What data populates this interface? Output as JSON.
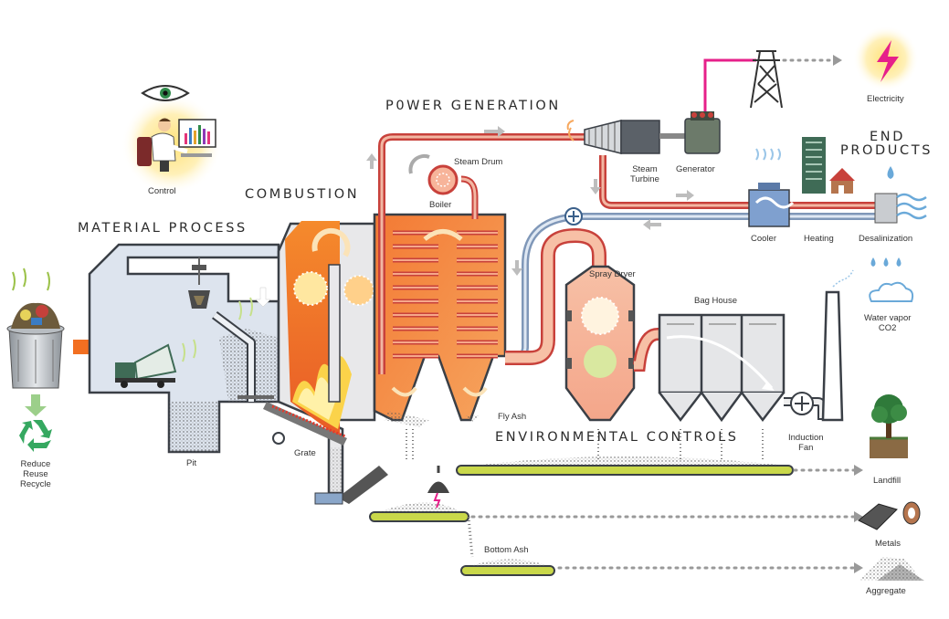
{
  "sections": {
    "material_process": "MATERIAL PROCESS",
    "combustion": "COMBUSTION",
    "power_generation": "P0WER GENERATION",
    "end_products_line1": "END",
    "end_products_line2": "PRODUCTS",
    "environmental_controls": "ENVIRONMENTAL CONTROLS"
  },
  "labels": {
    "control": "Control",
    "reduce": "Reduce",
    "reuse": "Reuse",
    "recycle": "Recycle",
    "pit": "Pit",
    "grate": "Grate",
    "steam_drum": "Steam Drum",
    "boiler": "Boiler",
    "steam": "Steam",
    "turbine": "Turbine",
    "generator": "Generator",
    "electricity": "Electricity",
    "cooler": "Cooler",
    "heating": "Heating",
    "desalinization": "Desalinization",
    "spray_dryer": "Spray Dryer",
    "bag_house": "Bag House",
    "water_vapor": "Water vapor",
    "co2": "CO2",
    "fly_ash": "Fly Ash",
    "induction": "Induction",
    "fan": "Fan",
    "landfill": "Landfill",
    "metals": "Metals",
    "bottom_ash": "Bottom Ash",
    "aggregate": "Aggregate"
  },
  "icons": [
    "eye-icon",
    "operator-icon",
    "monitor-chart-icon",
    "trash-can-icon",
    "recycle-icon",
    "dump-truck-icon",
    "crane-claw-icon",
    "magnet-icon",
    "power-tower-icon",
    "lightning-bolt-icon",
    "water-drop-icon",
    "tree-icon",
    "metal-ingot-icon",
    "wire-spool-icon",
    "cloud-icon",
    "house-icon",
    "building-icon"
  ],
  "colors": {
    "pipe_red": "#c8413b",
    "pipe_pink": "#f2b7a3",
    "pipe_blue": "#9fb8d6",
    "furnace_orange": "#f2732b",
    "conveyor_green": "#c9d84a",
    "recycle_green": "#35a860",
    "electric_magenta": "#e6208a",
    "arrow_orange": "#f26f21"
  }
}
